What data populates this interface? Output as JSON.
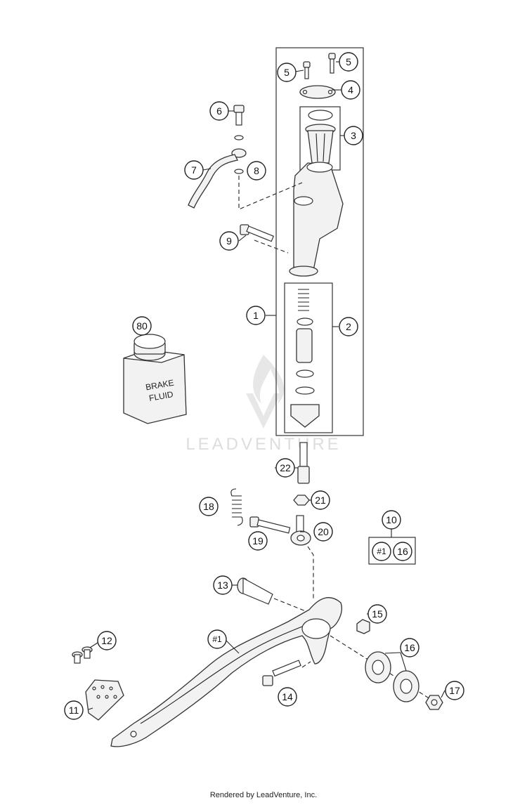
{
  "watermark": {
    "text": "LEADVENTURE"
  },
  "bottle": {
    "line1": "BRAKE",
    "line2": "FLUID"
  },
  "callouts": {
    "c1": "1",
    "c2": "2",
    "c3": "3",
    "c4": "4",
    "c5a": "5",
    "c5b": "5",
    "c6": "6",
    "c7": "7",
    "c8": "8",
    "c9": "9",
    "c10": "10",
    "c10a": "#1",
    "c10b": "16",
    "c11": "11",
    "c12": "12",
    "c13": "13",
    "c14": "14",
    "c15": "15",
    "c16": "16",
    "c17": "17",
    "c18": "18",
    "c19": "19",
    "c20": "20",
    "c21": "21",
    "c22": "22",
    "c80": "80",
    "chash1": "#1"
  },
  "footer": {
    "text": "Rendered by LeadVenture, Inc."
  }
}
